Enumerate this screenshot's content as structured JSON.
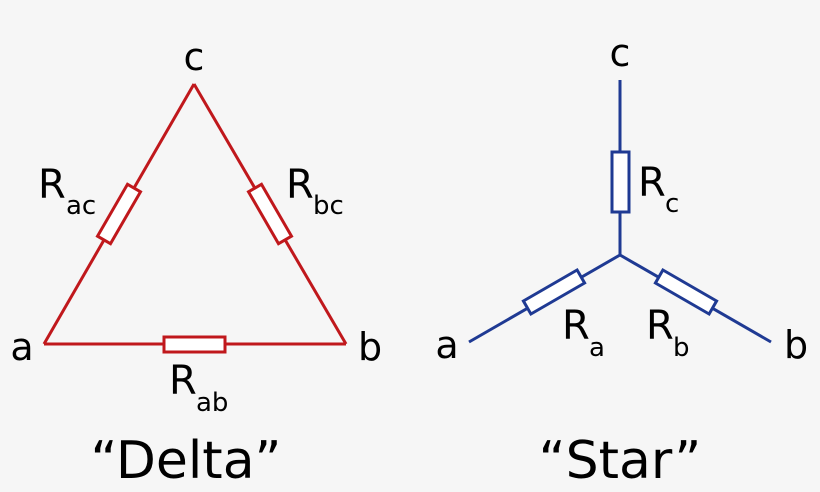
{
  "colors": {
    "background": "#f6f6f6",
    "delta": "#c0181c",
    "star": "#1f3a93",
    "text": "#000000",
    "resistor_fill": "#ffffff"
  },
  "delta": {
    "title": "“Delta”",
    "nodes": {
      "a": "a",
      "b": "b",
      "c": "c"
    },
    "resistors": [
      {
        "id": "ab",
        "main": "R",
        "sub": "ab"
      },
      {
        "id": "ac",
        "main": "R",
        "sub": "ac"
      },
      {
        "id": "bc",
        "main": "R",
        "sub": "bc"
      }
    ]
  },
  "star": {
    "title": "“Star”",
    "nodes": {
      "a": "a",
      "b": "b",
      "c": "c"
    },
    "resistors": [
      {
        "id": "a",
        "main": "R",
        "sub": "a"
      },
      {
        "id": "b",
        "main": "R",
        "sub": "b"
      },
      {
        "id": "c",
        "main": "R",
        "sub": "c"
      }
    ]
  }
}
